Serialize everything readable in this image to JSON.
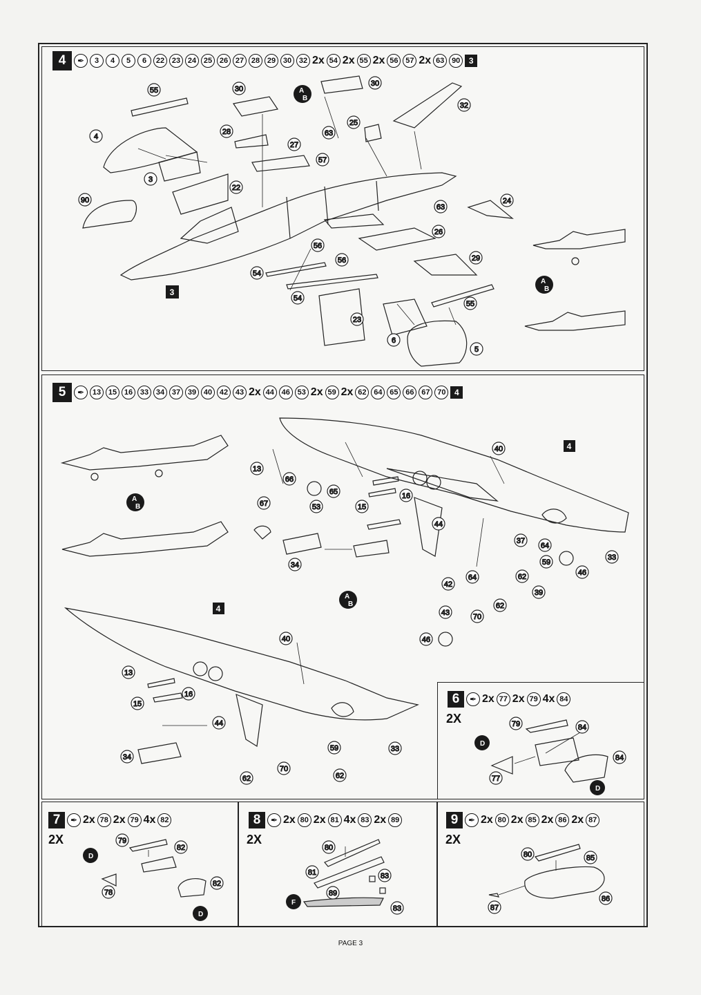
{
  "page_label": "PAGE 3",
  "steps": [
    {
      "id": "step4",
      "number": "4",
      "parts": [
        {
          "q": "",
          "p": "3"
        },
        {
          "q": "",
          "p": "4"
        },
        {
          "q": "",
          "p": "5"
        },
        {
          "q": "",
          "p": "6"
        },
        {
          "q": "",
          "p": "22"
        },
        {
          "q": "",
          "p": "23"
        },
        {
          "q": "",
          "p": "24"
        },
        {
          "q": "",
          "p": "25"
        },
        {
          "q": "",
          "p": "26"
        },
        {
          "q": "",
          "p": "27"
        },
        {
          "q": "",
          "p": "28"
        },
        {
          "q": "",
          "p": "29"
        },
        {
          "q": "",
          "p": "30"
        },
        {
          "q": "",
          "p": "32"
        },
        {
          "q": "2x",
          "p": "54"
        },
        {
          "q": "2x",
          "p": "55"
        },
        {
          "q": "2x",
          "p": "56"
        },
        {
          "q": "",
          "p": "57"
        },
        {
          "q": "2x",
          "p": "63"
        },
        {
          "q": "",
          "p": "90"
        }
      ],
      "ref": "3"
    },
    {
      "id": "step5",
      "number": "5",
      "parts": [
        {
          "q": "",
          "p": "13"
        },
        {
          "q": "",
          "p": "15"
        },
        {
          "q": "",
          "p": "16"
        },
        {
          "q": "",
          "p": "33"
        },
        {
          "q": "",
          "p": "34"
        },
        {
          "q": "",
          "p": "37"
        },
        {
          "q": "",
          "p": "39"
        },
        {
          "q": "",
          "p": "40"
        },
        {
          "q": "",
          "p": "42"
        },
        {
          "q": "",
          "p": "43"
        },
        {
          "q": "2x",
          "p": "44"
        },
        {
          "q": "",
          "p": "46"
        },
        {
          "q": "",
          "p": "53"
        },
        {
          "q": "2x",
          "p": "59"
        },
        {
          "q": "2x",
          "p": "62"
        },
        {
          "q": "",
          "p": "64"
        },
        {
          "q": "",
          "p": "65"
        },
        {
          "q": "",
          "p": "66"
        },
        {
          "q": "",
          "p": "67"
        },
        {
          "q": "",
          "p": "70"
        }
      ],
      "ref": "4"
    },
    {
      "id": "step6",
      "number": "6",
      "parts": [
        {
          "q": "2x",
          "p": "77"
        },
        {
          "q": "2x",
          "p": "79"
        },
        {
          "q": "4x",
          "p": "84"
        }
      ],
      "multiplier": "2X"
    },
    {
      "id": "step7",
      "number": "7",
      "parts": [
        {
          "q": "2x",
          "p": "78"
        },
        {
          "q": "2x",
          "p": "79"
        },
        {
          "q": "4x",
          "p": "82"
        }
      ],
      "multiplier": "2X"
    },
    {
      "id": "step8",
      "number": "8",
      "parts": [
        {
          "q": "2x",
          "p": "80"
        },
        {
          "q": "2x",
          "p": "81"
        },
        {
          "q": "4x",
          "p": "83"
        },
        {
          "q": "2x",
          "p": "89"
        }
      ],
      "multiplier": "2X"
    },
    {
      "id": "step9",
      "number": "9",
      "parts": [
        {
          "q": "2x",
          "p": "80"
        },
        {
          "q": "2x",
          "p": "85"
        },
        {
          "q": "2x",
          "p": "86"
        },
        {
          "q": "2x",
          "p": "87"
        }
      ],
      "multiplier": "2X"
    }
  ],
  "variant_labels": {
    "a": "A",
    "b": "B"
  },
  "paint_labels": {
    "d": "D",
    "f": "F"
  },
  "glue_icon": "glue-tube-icon",
  "colors": {
    "ink": "#111111",
    "paper": "#f7f7f5",
    "block": "#1a1a1a"
  }
}
